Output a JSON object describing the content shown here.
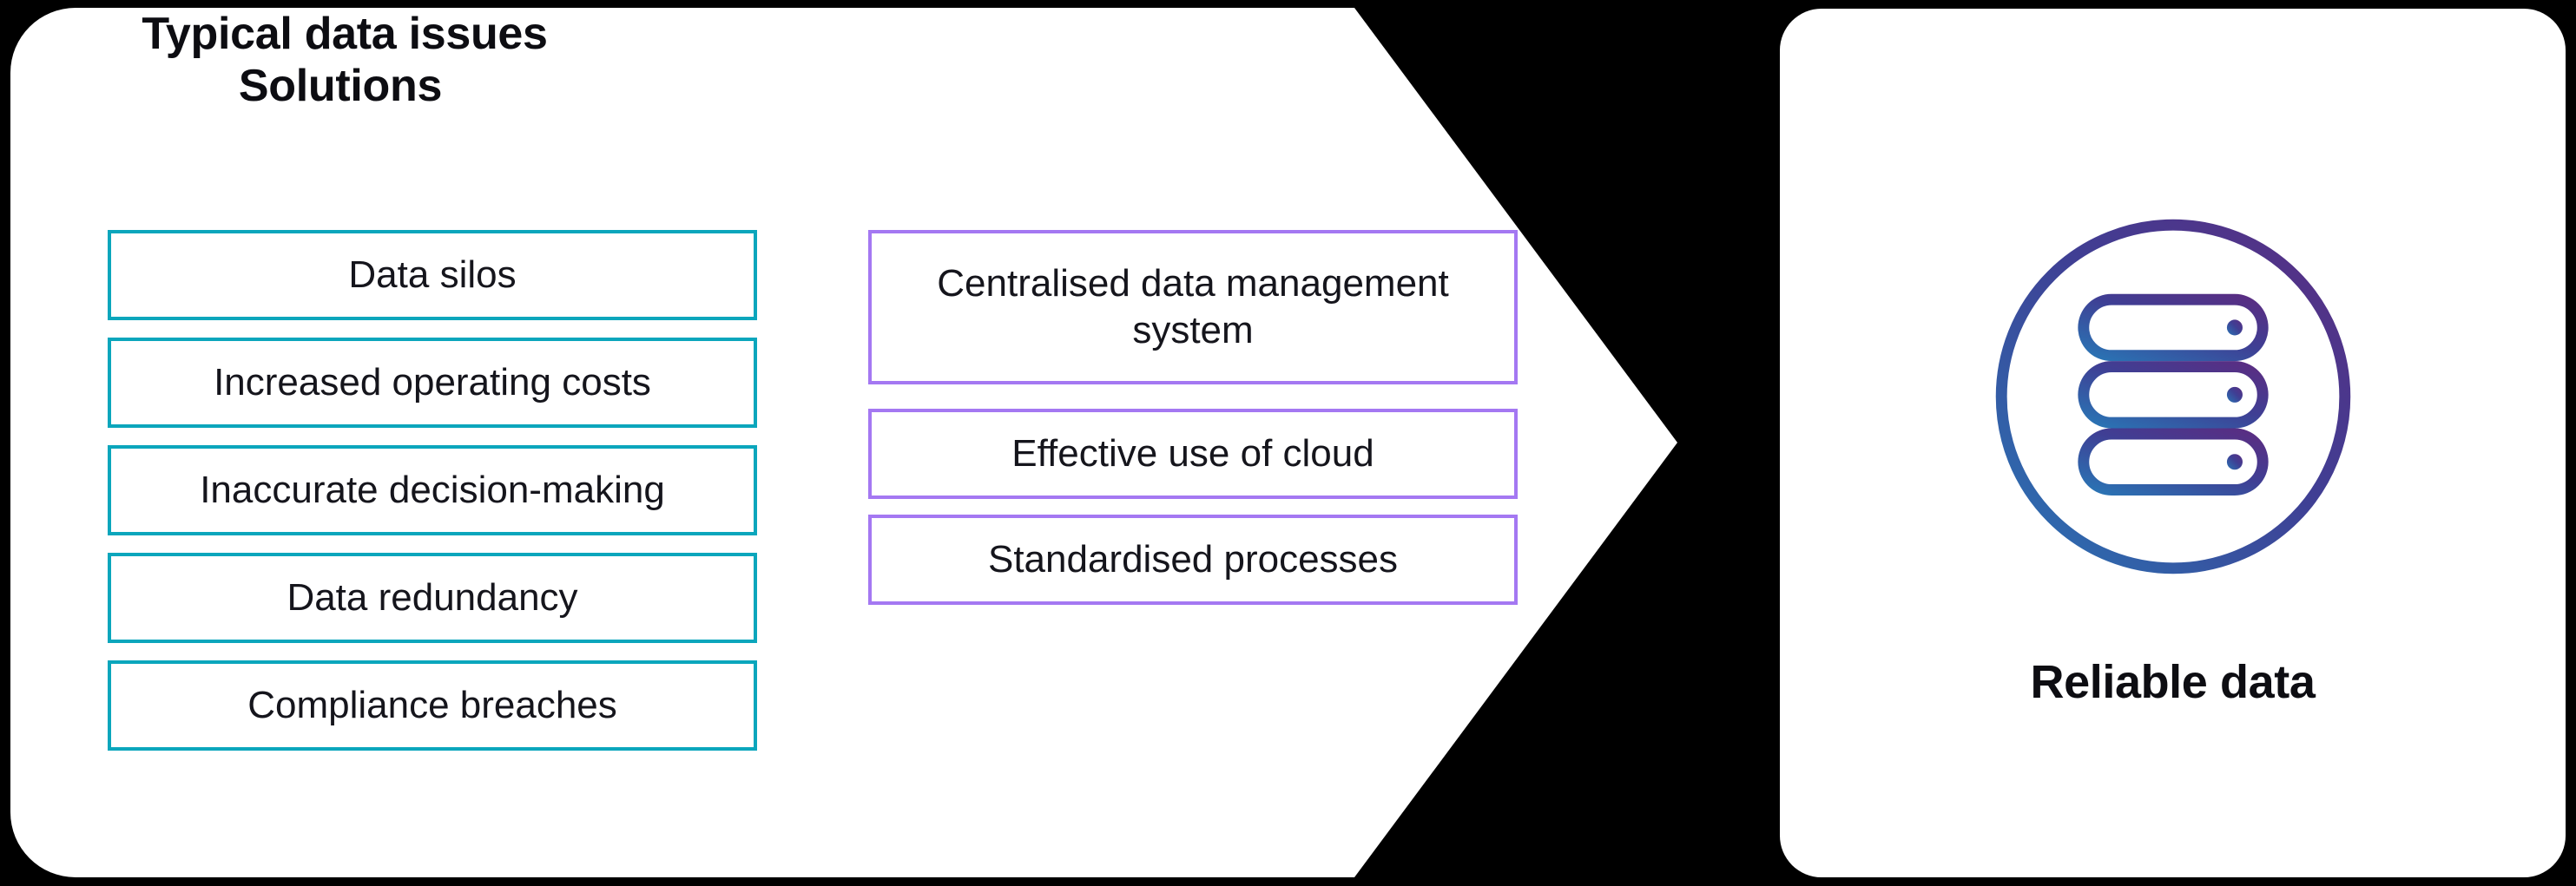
{
  "background_color": "#000000",
  "panel_color": "#ffffff",
  "left_panel": {
    "shape": "right-pointing-arrow-panel",
    "columns": [
      {
        "key": "issues",
        "heading": "Typical data issues",
        "accent_color": "#0ba6bc",
        "items": [
          "Data silos",
          "Increased operating costs",
          "Inaccurate decision-making",
          "Data redundancy",
          "Compliance breaches"
        ]
      },
      {
        "key": "solutions",
        "heading": "Solutions",
        "accent_color": "#a478f2",
        "items": [
          "Centralised data management system",
          "Effective use of cloud",
          "Standardised processes"
        ]
      }
    ]
  },
  "right_panel": {
    "icon": "server-stack-in-circle-icon",
    "icon_gradient": {
      "from": "#2a74b4",
      "to": "#5a2d82"
    },
    "label": "Reliable data"
  }
}
